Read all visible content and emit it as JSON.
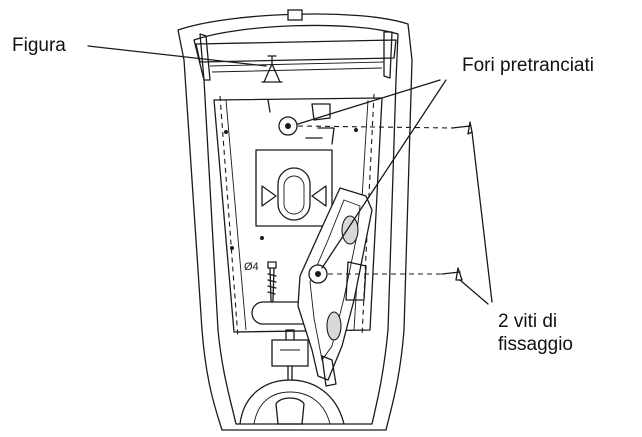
{
  "labels": {
    "figura": "Figura",
    "fori": "Fori pretranciati",
    "viti_line1": "2 viti di",
    "viti_line2": "fissaggio",
    "dimension": "Ø4"
  }
}
